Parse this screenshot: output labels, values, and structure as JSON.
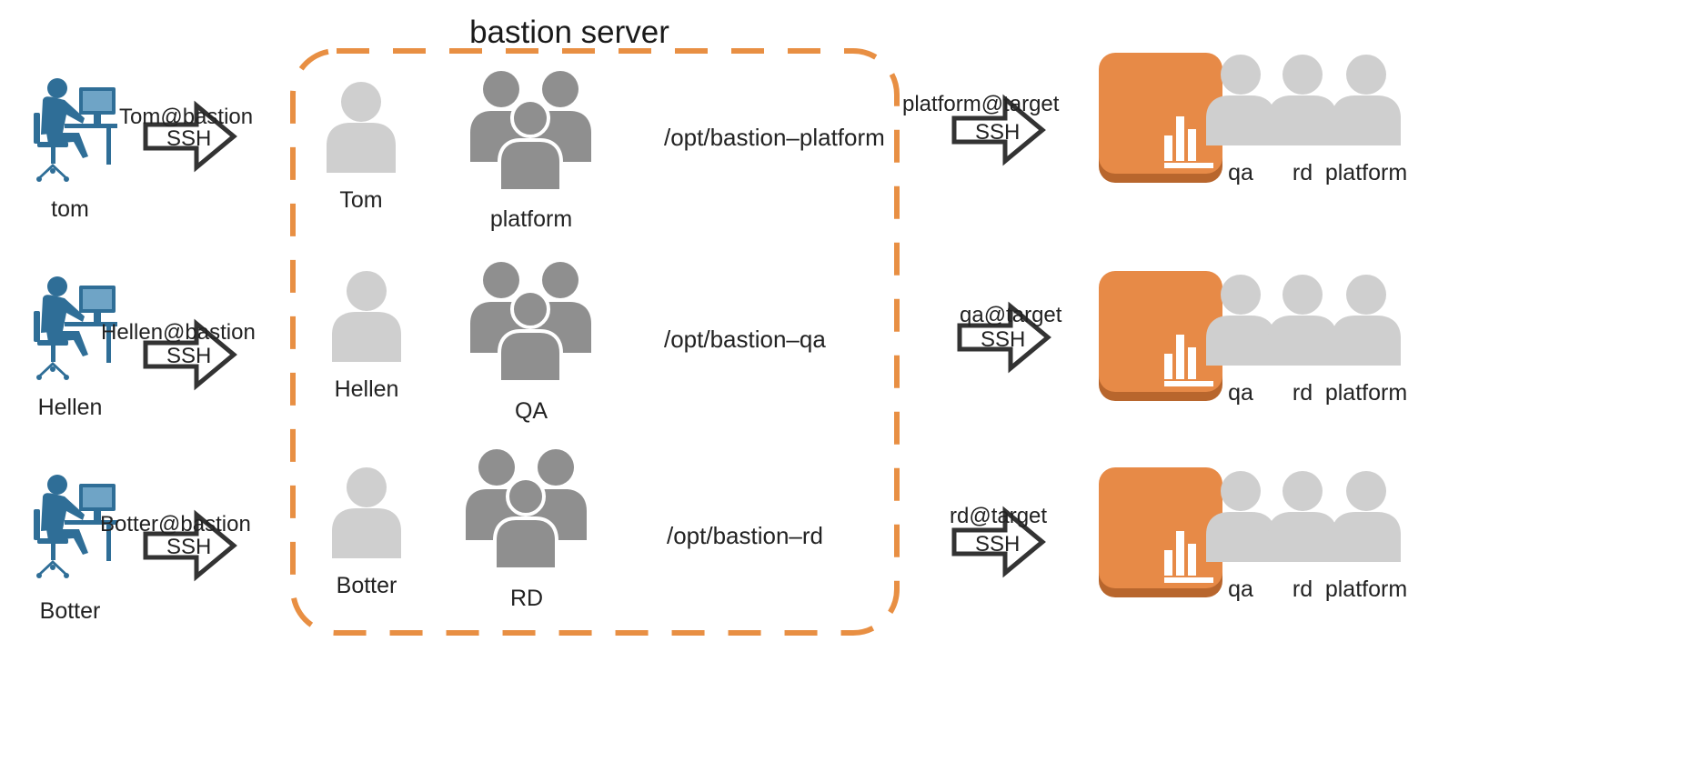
{
  "title": "bastion server",
  "colors": {
    "box_border": "#e88f43",
    "server": "#e78a47",
    "server_shadow": "#b8662d",
    "client": "#2f6e97",
    "user_light": "#cfcfcf",
    "group_dark": "#8f8f8f",
    "arrow_stroke": "#333333",
    "text": "#222222"
  },
  "clients": [
    {
      "name": "tom",
      "login": "Tom@bastion",
      "protocol": "SSH",
      "icon": "workstation-user-icon"
    },
    {
      "name": "Hellen",
      "login": "Hellen@bastion",
      "protocol": "SSH",
      "icon": "workstation-user-icon"
    },
    {
      "name": "Botter",
      "login": "Botter@bastion",
      "protocol": "SSH",
      "icon": "workstation-user-icon"
    }
  ],
  "bastion_rows": [
    {
      "user": "Tom",
      "group": "platform",
      "path": "/opt/bastion–platform"
    },
    {
      "user": "Hellen",
      "group": "QA",
      "path": "/opt/bastion–qa"
    },
    {
      "user": "Botter",
      "group": "RD",
      "path": "/opt/bastion–rd"
    }
  ],
  "targets": [
    {
      "login": "platform@target",
      "protocol": "SSH",
      "users": [
        "qa",
        "rd",
        "platform"
      ],
      "icon": "server-chart-icon"
    },
    {
      "login": "qa@target",
      "protocol": "SSH",
      "users": [
        "qa",
        "rd",
        "platform"
      ],
      "icon": "server-chart-icon"
    },
    {
      "login": "rd@target",
      "protocol": "SSH",
      "users": [
        "qa",
        "rd",
        "platform"
      ],
      "icon": "server-chart-icon"
    }
  ]
}
